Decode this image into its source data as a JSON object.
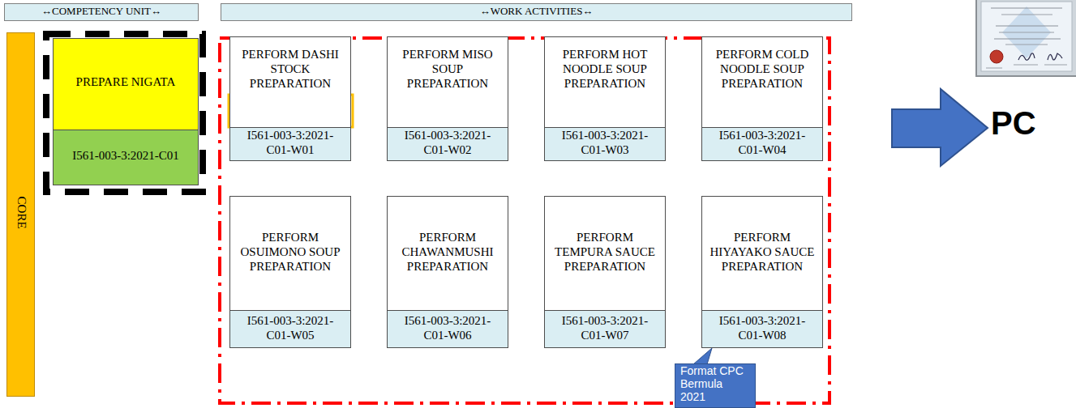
{
  "diagram": {
    "nodes": [
      {
        "text": [
          "↔COMPETENCY UNIT↔"
        ]
      },
      {
        "text": [
          "↔WORK ACTIVITIES↔"
        ]
      },
      {
        "text": [
          "CORE"
        ]
      },
      {
        "text": [
          "PREPARE NIGATA",
          "I561-003-3:2021-C01"
        ]
      },
      {
        "text": [
          "PERFORM DASHI STOCK PREPARATION",
          "I561-003-3:2021-C01-W01"
        ]
      },
      {
        "text": [
          "PERFORM MISO SOUP PREPARATION",
          "I561-003-3:2021-C01-W02"
        ]
      },
      {
        "text": [
          "PERFORM HOT NOODLE SOUP PREPARATION",
          "I561-003-3:2021-C01-W03"
        ]
      },
      {
        "text": [
          "PERFORM COLD NOODLE SOUP PREPARATION",
          "I561-003-3:2021-C01-W04"
        ]
      },
      {
        "text": [
          "PERFORM OSUIMONO SOUP PREPARATION",
          "I561-003-3:2021-C01-W05"
        ]
      },
      {
        "text": [
          "PERFORM CHAWANMUSHI PREPARATION",
          "I561-003-3:2021-C01-W06"
        ]
      },
      {
        "text": [
          "PERFORM TEMPURA SAUCE PREPARATION",
          "I561-003-3:2021-C01-W07"
        ]
      },
      {
        "text": [
          "PERFORM HIYAYAKO SAUCE PREPARATION",
          "I561-003-3:2021-C01-W08"
        ]
      },
      {
        "text": [
          "Format CPC Bermula 2021"
        ]
      }
    ],
    "labels": [
      "PC"
    ]
  }
}
